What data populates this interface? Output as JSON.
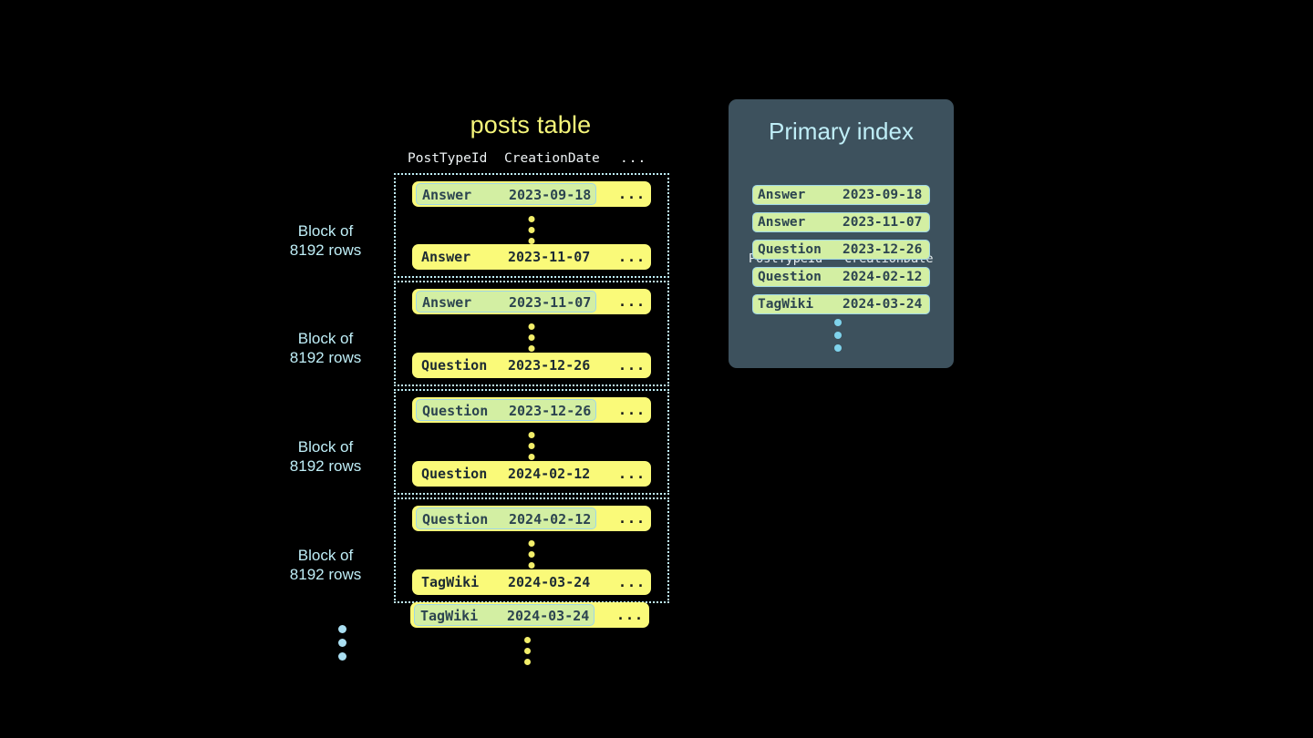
{
  "posts_table": {
    "title": "posts table",
    "columns": {
      "type": "PostTypeId",
      "date": "CreationDate",
      "more": "..."
    },
    "ellipsis_glyph": "...",
    "blocks": [
      {
        "label_line1": "Block of",
        "label_line2": "8192 rows",
        "first_row": {
          "type": "Answer",
          "date": "2023-09-18",
          "more": "...",
          "highlighted": true
        },
        "last_row": {
          "type": "Answer",
          "date": "2023-11-07",
          "more": "...",
          "highlighted": false
        }
      },
      {
        "label_line1": "Block of",
        "label_line2": "8192 rows",
        "first_row": {
          "type": "Answer",
          "date": "2023-11-07",
          "more": "...",
          "highlighted": true
        },
        "last_row": {
          "type": "Question",
          "date": "2023-12-26",
          "more": "...",
          "highlighted": false
        }
      },
      {
        "label_line1": "Block of",
        "label_line2": "8192 rows",
        "first_row": {
          "type": "Question",
          "date": "2023-12-26",
          "more": "...",
          "highlighted": true
        },
        "last_row": {
          "type": "Question",
          "date": "2024-02-12",
          "more": "...",
          "highlighted": false
        }
      },
      {
        "label_line1": "Block of",
        "label_line2": "8192 rows",
        "first_row": {
          "type": "Question",
          "date": "2024-02-12",
          "more": "...",
          "highlighted": true
        },
        "last_row": {
          "type": "TagWiki",
          "date": "2024-03-24",
          "more": "...",
          "highlighted": false
        }
      }
    ],
    "trailing_row": {
      "type": "TagWiki",
      "date": "2024-03-24",
      "more": "...",
      "highlighted": true
    }
  },
  "primary_index": {
    "title": "Primary index",
    "columns": {
      "type": "PostTypeId",
      "date": "CreationDate"
    },
    "rows": [
      {
        "type": "Answer",
        "date": "2023-09-18"
      },
      {
        "type": "Answer",
        "date": "2023-11-07"
      },
      {
        "type": "Question",
        "date": "2023-12-26"
      },
      {
        "type": "Question",
        "date": "2024-02-12"
      },
      {
        "type": "TagWiki",
        "date": "2024-03-24"
      }
    ]
  },
  "colors": {
    "background": "#000000",
    "row_yellow": "#fafa79",
    "highlight_green": "#d3efa3",
    "accent_cyan": "#bfeef7",
    "panel_slate": "#3d515d",
    "title_yellow": "#f5f57a",
    "text_dark": "#2c4450"
  }
}
